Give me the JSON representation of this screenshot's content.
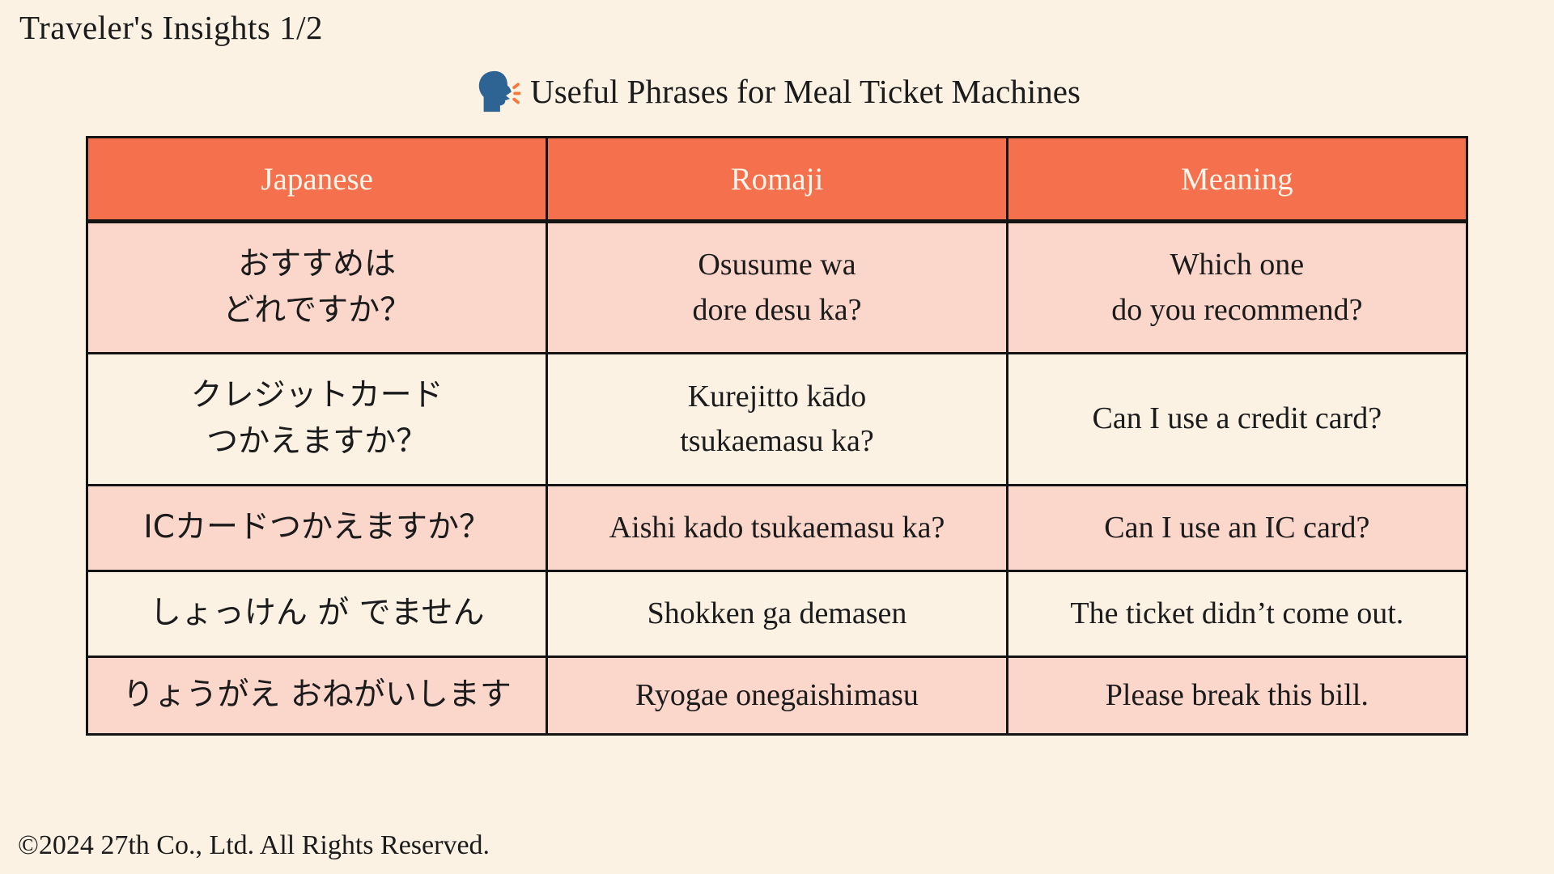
{
  "page": {
    "title": "Traveler's Insights 1/2",
    "footer": "©2024 27th Co., Ltd. All Rights Reserved."
  },
  "heading": {
    "icon": "speaking-head-icon",
    "text": "Useful Phrases for Meal Ticket Machines"
  },
  "colors": {
    "page_background": "#FBF2E4",
    "table_header_bg": "#F5704C",
    "table_header_text": "#FDF4EA",
    "row_pink": "#FAD6CB",
    "row_cream": "#FBF2E4",
    "border": "#141414",
    "icon_head_blue": "#2E6494",
    "icon_sound_orange": "#F4793B"
  },
  "table": {
    "columns": [
      "Japanese",
      "Romaji",
      "Meaning"
    ],
    "rows": [
      {
        "japanese": "おすすめは\nどれですか？",
        "romaji": "Osusume wa\ndore desu ka?",
        "meaning": "Which one\ndo you recommend?"
      },
      {
        "japanese": "クレジットカード\nつかえますか？",
        "romaji": "Kurejitto kādo\ntsukaemasu ka?",
        "meaning": "Can I use a credit card?"
      },
      {
        "japanese": "ICカードつかえますか？",
        "romaji": "Aishi kado tsukaemasu ka?",
        "meaning": "Can I use an IC card?"
      },
      {
        "japanese": "しょっけん が でません",
        "romaji": "Shokken ga demasen",
        "meaning": "The ticket didn’t come out."
      },
      {
        "japanese": "りょうがえ おねがいします",
        "romaji": "Ryogae onegaishimasu",
        "meaning": "Please break this bill."
      }
    ]
  }
}
